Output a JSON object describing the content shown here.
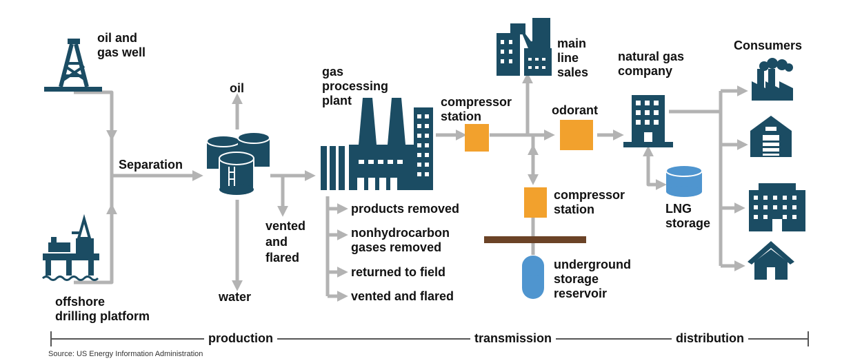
{
  "labels": {
    "oil_gas_well": "oil and\ngas well",
    "offshore": "offshore\ndrilling platform",
    "separation": "Separation",
    "oil": "oil",
    "water": "water",
    "vented_flared_sep": "vented\nand\nflared",
    "gas_plant": "gas\nprocessing\nplant",
    "products_removed": "products removed",
    "nonhydrocarbon": "nonhydrocarbon\ngases removed",
    "returned_to_field": "returned to field",
    "vented_flared_plant": "vented and flared",
    "compressor_station_1": "compressor\nstation",
    "compressor_station_2": "compressor\nstation",
    "main_line_sales": "main\nline\nsales",
    "odorant": "odorant",
    "natural_gas_company": "natural gas\ncompany",
    "lng_storage": "LNG\nstorage",
    "underground_storage": "underground\nstorage\nreservoir",
    "consumers": "Consumers"
  },
  "timeline": {
    "production": "production",
    "transmission": "transmission",
    "distribution": "distribution"
  },
  "source": "Source: US Energy Information Administration",
  "colors": {
    "icon": "#1b4c63",
    "arrow": "#b3b3b3",
    "orange": "#f2a12d",
    "blue": "#4f95cf",
    "brown": "#6b4327",
    "text": "#111111"
  }
}
